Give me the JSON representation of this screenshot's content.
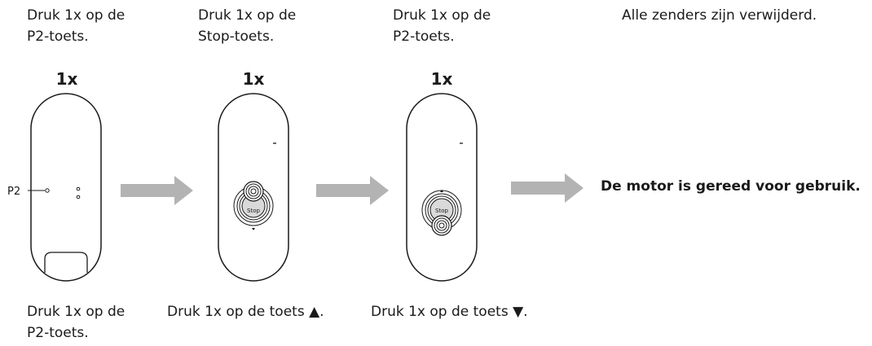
{
  "steps": [
    {
      "top_text": "Druk 1x op de\nP2-toets.",
      "count": "1x",
      "bottom_text": "Druk 1x op de\nP2-toets.",
      "remote_label": "P2"
    },
    {
      "top_text": "Druk 1x op de\nStop-toets.",
      "count": "1x",
      "bottom_text": "Druk 1x op de toets ▲.",
      "button_label": "Stop"
    },
    {
      "top_text": "Druk 1x op de\nP2-toets.",
      "count": "1x",
      "bottom_text": "Druk 1x op de toets ▼.",
      "button_label": "Stop"
    }
  ],
  "result": {
    "top_text": "Alle zenders zijn verwijderd.",
    "final_text": "De motor is gereed voor gebruik."
  },
  "colors": {
    "arrow": "#b3b3b3",
    "outline": "#1a1a1a"
  }
}
